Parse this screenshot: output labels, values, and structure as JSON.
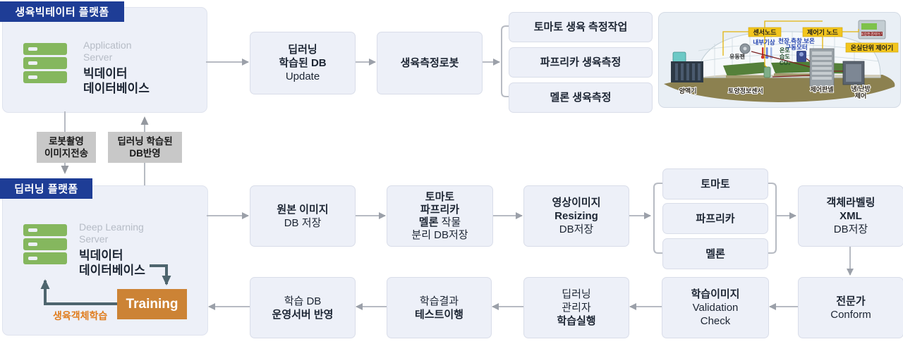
{
  "colors": {
    "header_blue": "#1e3d96",
    "icon_green": "#85b75e",
    "box_fill": "#edf0f8",
    "arrow_gray": "#9ba0a9",
    "dark_arrow": "#4e656e",
    "training_orange": "#cc8335",
    "note_orange": "#e07d1e",
    "label_gray": "#c8c8c8",
    "greenhouse_label_yellow": "#f2c51d"
  },
  "platform_top": {
    "header": "생육빅테이터 플랫폼",
    "server_sub": "Application\nServer",
    "server_title": "빅데이터\n데이터베이스"
  },
  "transfer": {
    "down": "로봇촬영\n이미지전송",
    "up": "딥러닝 학습된\nDB반영"
  },
  "platform_dl": {
    "header": "딥러닝 플랫폼",
    "server_sub": "Deep Learning\nServer",
    "server_title": "빅데이터\n데이터베이스",
    "training": "Training",
    "training_note": "생육객체학습"
  },
  "flow_top": {
    "update_db": {
      "l1": "딥러닝",
      "l2": "학습된 DB",
      "l3": "Update"
    },
    "robot": "생육측정로봇",
    "tasks": [
      "토마토 생육 측정작업",
      "파프리카 생육측정",
      "멜론 생육측정"
    ]
  },
  "flow_mid": {
    "original": {
      "l1": "원본 이미지",
      "l2": "DB 저장"
    },
    "separate": {
      "l1": "토마토",
      "l2": "파프리카",
      "l3b": "멜론",
      "l3n": " 작물",
      "l4": "분리 DB저장"
    },
    "resizing": {
      "l1": "영상이미지",
      "l2": "Resizing",
      "l3": "DB저장"
    },
    "crops": [
      "토마토",
      "파프리카",
      "멜론"
    ],
    "labeling": {
      "l1": "객체라벨링",
      "l2": "XML",
      "l3": "DB저장"
    }
  },
  "flow_bottom": {
    "expert": {
      "l1": "전문가",
      "l2": "Conform"
    },
    "validation": {
      "l1": "학습이미지",
      "l2": "Validation",
      "l3": "Check"
    },
    "train_exec": {
      "l1": "딥러닝",
      "l2": "관리자",
      "l3": "학습실행"
    },
    "test": {
      "l1": "학습결과",
      "l2": "테스트이행"
    },
    "deploy": {
      "l1": "학습 DB",
      "l2": "운영서버 반영"
    }
  },
  "greenhouse": {
    "sensor_node": "센서노드",
    "controller_node": "제어기 노드",
    "unit_controller": "온실단위 제어기",
    "device_caption": "복합환경제어기",
    "inner_weather": "내부기상",
    "motor1": "천장.측창.보온",
    "motor2": "구동모터",
    "fan": "유동팬",
    "temp": "온도",
    "humidity": "습도",
    "co2": "CO₂",
    "nutrient": "양액기",
    "soil_sensor": "토양정보센서",
    "panel": "제어판넬",
    "hvac1": "냉/난방",
    "hvac2": "제어"
  }
}
